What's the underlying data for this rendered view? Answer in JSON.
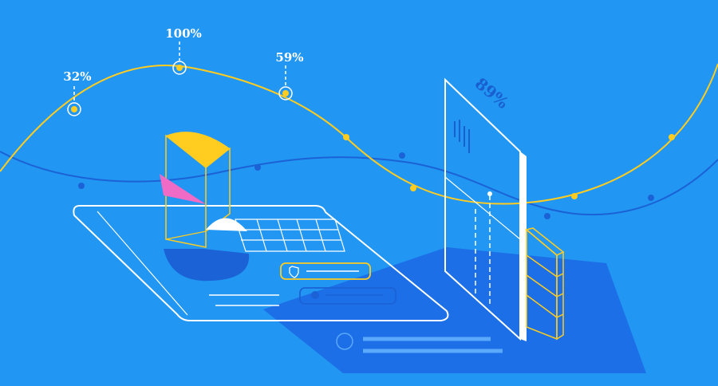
{
  "colors": {
    "background": "#2196f3",
    "accent_yellow": "#ffcc1f",
    "accent_pink": "#f06bc6",
    "line_dark_blue": "#1b62d6",
    "outline_white": "#ffffff",
    "shadow_blue": "#1c6fe6"
  },
  "callouts": [
    {
      "label": "32%"
    },
    {
      "label": "100%"
    },
    {
      "label": "59%"
    }
  ],
  "panel": {
    "percent": "89%"
  },
  "icons": [
    "bar-chart-icon",
    "shield-icon",
    "clock-icon",
    "user-avatar-icon"
  ]
}
